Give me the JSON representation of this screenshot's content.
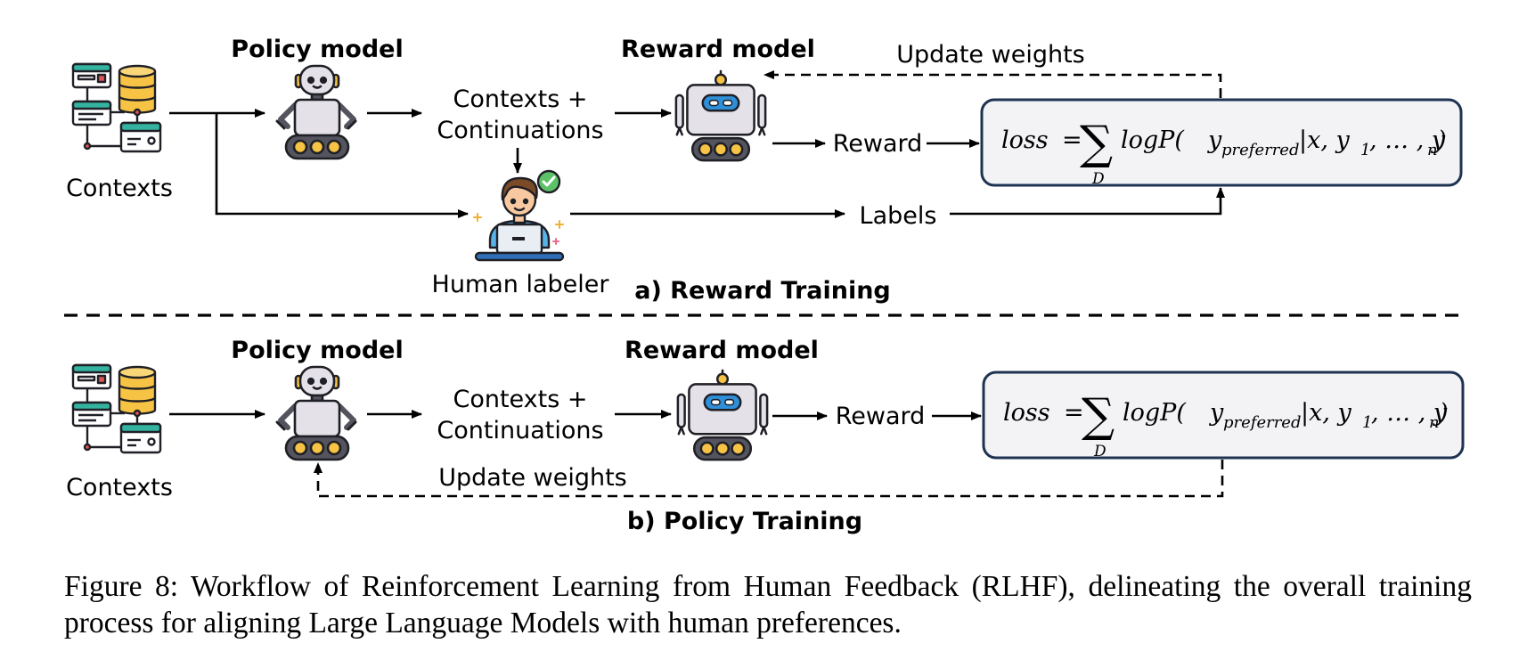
{
  "panel_a": {
    "contexts_label": "Contexts",
    "policy_model_label": "Policy model",
    "contexts_continuations_line1": "Contexts +",
    "contexts_continuations_line2": "Continuations",
    "reward_model_label": "Reward model",
    "update_weights_label": "Update weights",
    "reward_label": "Reward",
    "labels_label": "Labels",
    "human_labeler_label": "Human labeler",
    "title": "a) Reward Training",
    "loss": {
      "lhs": "loss",
      "eq": "=",
      "sum": "∑",
      "sub": "D",
      "logp": "logP(",
      "y": "y",
      "y_sub": "preferred",
      "mid": "|x, y",
      "one": "1",
      "dots": ", … , y",
      "n": "n",
      "close": ")"
    }
  },
  "panel_b": {
    "contexts_label": "Contexts",
    "policy_model_label": "Policy model",
    "contexts_continuations_line1": "Contexts +",
    "contexts_continuations_line2": "Continuations",
    "reward_model_label": "Reward model",
    "reward_label": "Reward",
    "update_weights_label": "Update weights",
    "title": "b) Policy Training",
    "loss": {
      "lhs": "loss",
      "eq": "=",
      "sum": "∑",
      "sub": "D",
      "logp": "logP(",
      "y": "y",
      "y_sub": "preferred",
      "mid": "|x, y",
      "one": "1",
      "dots": ", … , y",
      "n": "n",
      "close": ")"
    }
  },
  "caption": "Figure 8: Workflow of Reinforcement Learning from Human Feedback (RLHF), delineating the overall training process for aligning Large Language Models with human preferences.",
  "colors": {
    "teal": "#34b4a0",
    "gold": "#f6c344",
    "robot_body": "#e4e1e8",
    "robot_dark": "#54545e",
    "visor_blue": "#2f8fd8",
    "loss_box_fill": "#f3f3f5",
    "loss_box_stroke": "#1e3352",
    "outline": "#1f1f26"
  },
  "icons": [
    "database-server-icon",
    "robot-icon",
    "human-labeler-icon",
    "reward-robot-icon"
  ]
}
